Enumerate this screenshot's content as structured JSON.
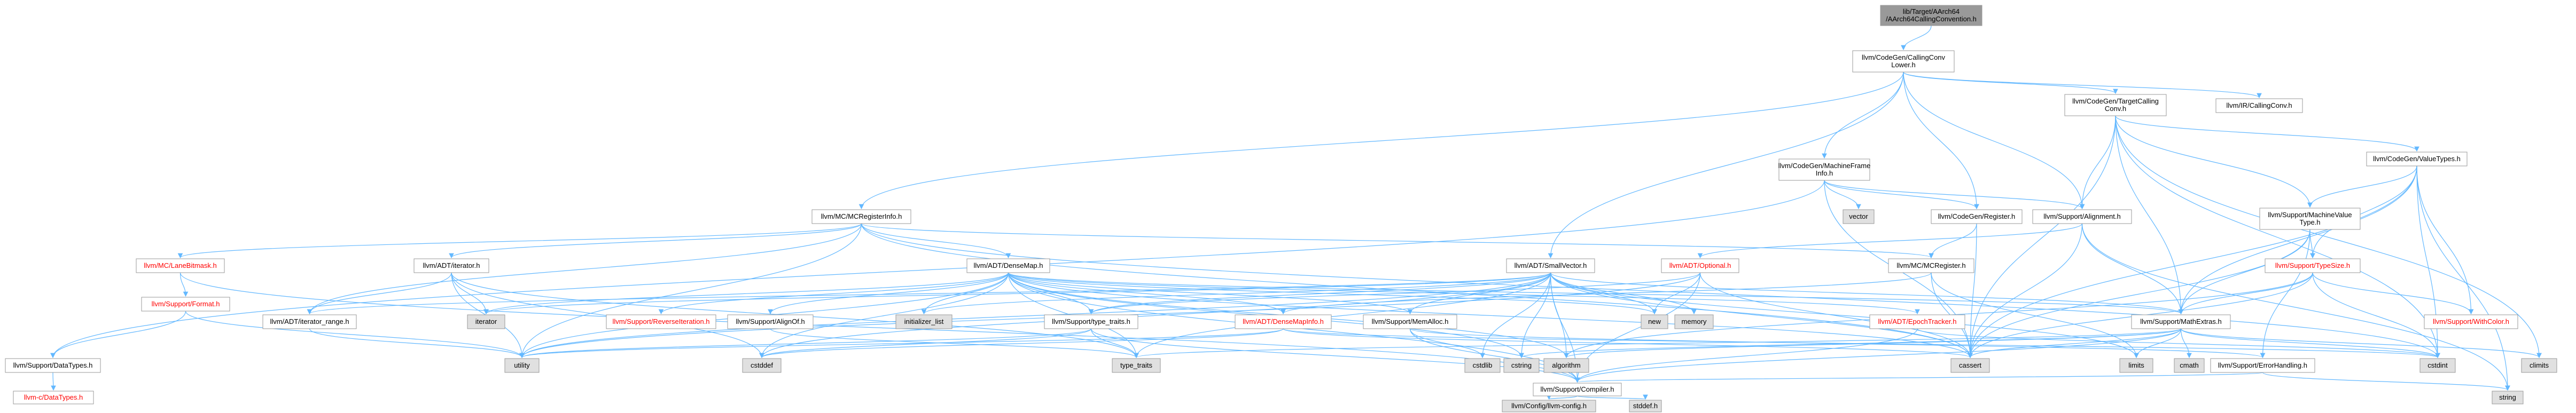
{
  "graph": {
    "nodes": [
      {
        "id": "root",
        "lines": [
          "lib/Target/AArch64",
          "/AArch64CallingConvention.h"
        ],
        "kind": "root"
      },
      {
        "id": "callingconvlower",
        "lines": [
          "llvm/CodeGen/CallingConv",
          "Lower.h"
        ],
        "kind": "normal"
      },
      {
        "id": "targetcallingconv",
        "lines": [
          "llvm/CodeGen/TargetCalling",
          "Conv.h"
        ],
        "kind": "normal"
      },
      {
        "id": "irCallingConv",
        "lines": [
          "llvm/IR/CallingConv.h"
        ],
        "kind": "normal"
      },
      {
        "id": "machineframeinfo",
        "lines": [
          "llvm/CodeGen/MachineFrame",
          "Info.h"
        ],
        "kind": "normal"
      },
      {
        "id": "valuetypes",
        "lines": [
          "llvm/CodeGen/ValueTypes.h"
        ],
        "kind": "normal"
      },
      {
        "id": "mcreginfo",
        "lines": [
          "llvm/MC/MCRegisterInfo.h"
        ],
        "kind": "normal"
      },
      {
        "id": "vector",
        "lines": [
          "vector"
        ],
        "kind": "system"
      },
      {
        "id": "cgregister",
        "lines": [
          "llvm/CodeGen/Register.h"
        ],
        "kind": "normal"
      },
      {
        "id": "alignment",
        "lines": [
          "llvm/Support/Alignment.h"
        ],
        "kind": "normal"
      },
      {
        "id": "machinevaluetype",
        "lines": [
          "llvm/Support/MachineValue",
          "Type.h"
        ],
        "kind": "normal"
      },
      {
        "id": "lanebitmask",
        "lines": [
          "llvm/MC/LaneBitmask.h"
        ],
        "kind": "missing"
      },
      {
        "id": "adtiterator",
        "lines": [
          "llvm/ADT/iterator.h"
        ],
        "kind": "normal"
      },
      {
        "id": "densemap",
        "lines": [
          "llvm/ADT/DenseMap.h"
        ],
        "kind": "normal"
      },
      {
        "id": "smallvector",
        "lines": [
          "llvm/ADT/SmallVector.h"
        ],
        "kind": "normal"
      },
      {
        "id": "optional",
        "lines": [
          "llvm/ADT/Optional.h"
        ],
        "kind": "missing"
      },
      {
        "id": "mcregister",
        "lines": [
          "llvm/MC/MCRegister.h"
        ],
        "kind": "normal"
      },
      {
        "id": "typesize",
        "lines": [
          "llvm/Support/TypeSize.h"
        ],
        "kind": "missing"
      },
      {
        "id": "supportformat",
        "lines": [
          "llvm/Support/Format.h"
        ],
        "kind": "missing"
      },
      {
        "id": "iteratorrange",
        "lines": [
          "llvm/ADT/iterator_range.h"
        ],
        "kind": "normal"
      },
      {
        "id": "iterator",
        "lines": [
          "iterator"
        ],
        "kind": "system"
      },
      {
        "id": "reverseiteration",
        "lines": [
          "llvm/Support/ReverseIteration.h"
        ],
        "kind": "missing"
      },
      {
        "id": "alignof",
        "lines": [
          "llvm/Support/AlignOf.h"
        ],
        "kind": "normal"
      },
      {
        "id": "initializerlist",
        "lines": [
          "initializer_list"
        ],
        "kind": "system"
      },
      {
        "id": "typetraits",
        "lines": [
          "llvm/Support/type_traits.h"
        ],
        "kind": "normal"
      },
      {
        "id": "densemapinfo",
        "lines": [
          "llvm/ADT/DenseMapInfo.h"
        ],
        "kind": "missing"
      },
      {
        "id": "memalloc",
        "lines": [
          "llvm/Support/MemAlloc.h"
        ],
        "kind": "normal"
      },
      {
        "id": "new",
        "lines": [
          "new"
        ],
        "kind": "system"
      },
      {
        "id": "memory",
        "lines": [
          "memory"
        ],
        "kind": "system"
      },
      {
        "id": "epochtracker",
        "lines": [
          "llvm/ADT/EpochTracker.h"
        ],
        "kind": "missing"
      },
      {
        "id": "mathextras",
        "lines": [
          "llvm/Support/MathExtras.h"
        ],
        "kind": "normal"
      },
      {
        "id": "withcolor",
        "lines": [
          "llvm/Support/WithColor.h"
        ],
        "kind": "missing"
      },
      {
        "id": "datatypes",
        "lines": [
          "llvm/Support/DataTypes.h"
        ],
        "kind": "normal"
      },
      {
        "id": "utility",
        "lines": [
          "utility"
        ],
        "kind": "system"
      },
      {
        "id": "cstddef",
        "lines": [
          "cstddef"
        ],
        "kind": "system"
      },
      {
        "id": "typetraitsstd",
        "lines": [
          "type_traits"
        ],
        "kind": "system"
      },
      {
        "id": "cstdlib",
        "lines": [
          "cstdlib"
        ],
        "kind": "system"
      },
      {
        "id": "cstring",
        "lines": [
          "cstring"
        ],
        "kind": "system"
      },
      {
        "id": "algorithm",
        "lines": [
          "algorithm"
        ],
        "kind": "system"
      },
      {
        "id": "cassert",
        "lines": [
          "cassert"
        ],
        "kind": "system"
      },
      {
        "id": "limits",
        "lines": [
          "limits"
        ],
        "kind": "system"
      },
      {
        "id": "cmath",
        "lines": [
          "cmath"
        ],
        "kind": "system"
      },
      {
        "id": "errorhandling",
        "lines": [
          "llvm/Support/ErrorHandling.h"
        ],
        "kind": "normal"
      },
      {
        "id": "cstdint",
        "lines": [
          "cstdint"
        ],
        "kind": "system"
      },
      {
        "id": "climits",
        "lines": [
          "climits"
        ],
        "kind": "system"
      },
      {
        "id": "cdatatypes",
        "lines": [
          "llvm-c/DataTypes.h"
        ],
        "kind": "missing"
      },
      {
        "id": "compiler",
        "lines": [
          "llvm/Support/Compiler.h"
        ],
        "kind": "normal"
      },
      {
        "id": "string",
        "lines": [
          "string"
        ],
        "kind": "system"
      },
      {
        "id": "llvmconfig",
        "lines": [
          "llvm/Config/llvm-config.h"
        ],
        "kind": "system"
      },
      {
        "id": "stddef",
        "lines": [
          "stddef.h"
        ],
        "kind": "system"
      }
    ],
    "colors": {
      "edge": "#63b8ff",
      "text": "#000000",
      "missing_text": "#ff0000",
      "root_fill": "#999999",
      "normal_fill": "#ffffff",
      "system_fill": "#e0e0e0",
      "border": "#999999"
    }
  }
}
